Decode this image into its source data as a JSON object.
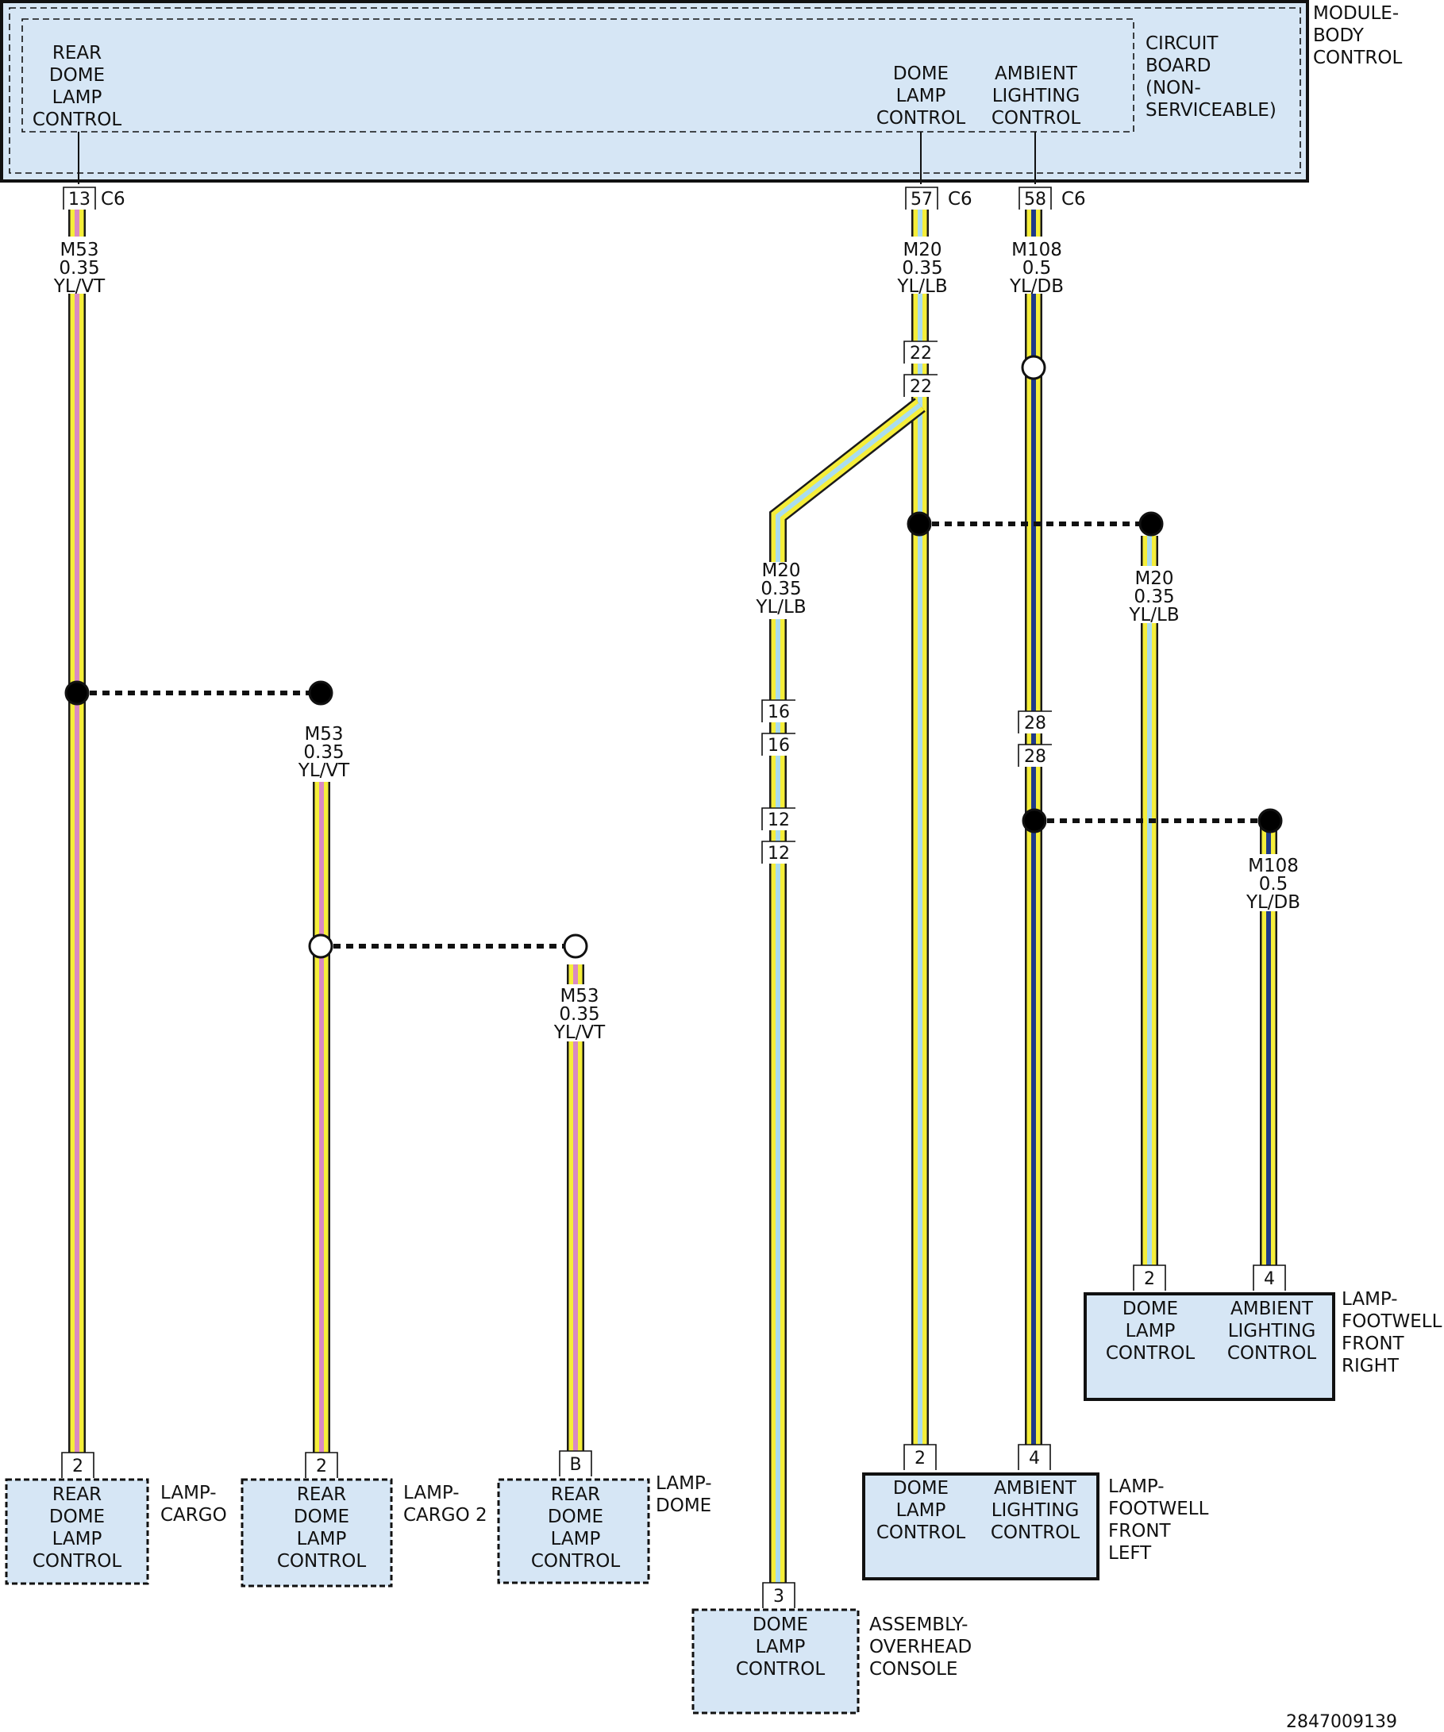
{
  "colors": {
    "module_fill": "#d6e6f5",
    "yellow": "#f5ee3a",
    "violet": "#d98ac4",
    "light_blue": "#a9dcef",
    "dark_blue": "#1f3a8a",
    "wire_edge": "#1a1a1a"
  },
  "module": {
    "name": "MODULE-\nBODY\nCONTROL",
    "board": "CIRCUIT\nBOARD\n(NON-\nSERVICEABLE)",
    "func_rear_dome": "REAR\nDOME\nLAMP\nCONTROL",
    "func_dome": "DOME\nLAMP\nCONTROL",
    "func_ambient": "AMBIENT\nLIGHTING\nCONTROL",
    "pin_rear": "13",
    "pin_dome": "57",
    "pin_ambient": "58",
    "connector": "C6"
  },
  "wires": {
    "m53": "M53\n0.35\nYL/VT",
    "m20": "M20\n0.35\nYL/LB",
    "m108": "M108\n0.5\nYL/DB"
  },
  "inline_connectors": {
    "dome_trunk": "22",
    "dome_branch_a": "16",
    "dome_branch_b": "12",
    "ambient_trunk": "28"
  },
  "components": {
    "lamp_cargo": {
      "name": "LAMP-\nCARGO",
      "func": "REAR\nDOME\nLAMP\nCONTROL",
      "pin": "2"
    },
    "lamp_cargo2": {
      "name": "LAMP-\nCARGO 2",
      "func": "REAR\nDOME\nLAMP\nCONTROL",
      "pin": "2"
    },
    "lamp_dome": {
      "name": "LAMP-\nDOME",
      "func": "REAR\nDOME\nLAMP\nCONTROL",
      "pin": "B"
    },
    "overhead_console": {
      "name": "ASSEMBLY-\nOVERHEAD\nCONSOLE",
      "func": "DOME\nLAMP\nCONTROL",
      "pin": "3"
    },
    "footwell_left": {
      "name": "LAMP-\nFOOTWELL\nFRONT\nLEFT",
      "func_dome": "DOME\nLAMP\nCONTROL",
      "func_ambient": "AMBIENT\nLIGHTING\nCONTROL",
      "pin_dome": "2",
      "pin_ambient": "4"
    },
    "footwell_right": {
      "name": "LAMP-\nFOOTWELL\nFRONT\nRIGHT",
      "func_dome": "DOME\nLAMP\nCONTROL",
      "func_ambient": "AMBIENT\nLIGHTING\nCONTROL",
      "pin_dome": "2",
      "pin_ambient": "4"
    }
  },
  "figure_id": "2847009139"
}
